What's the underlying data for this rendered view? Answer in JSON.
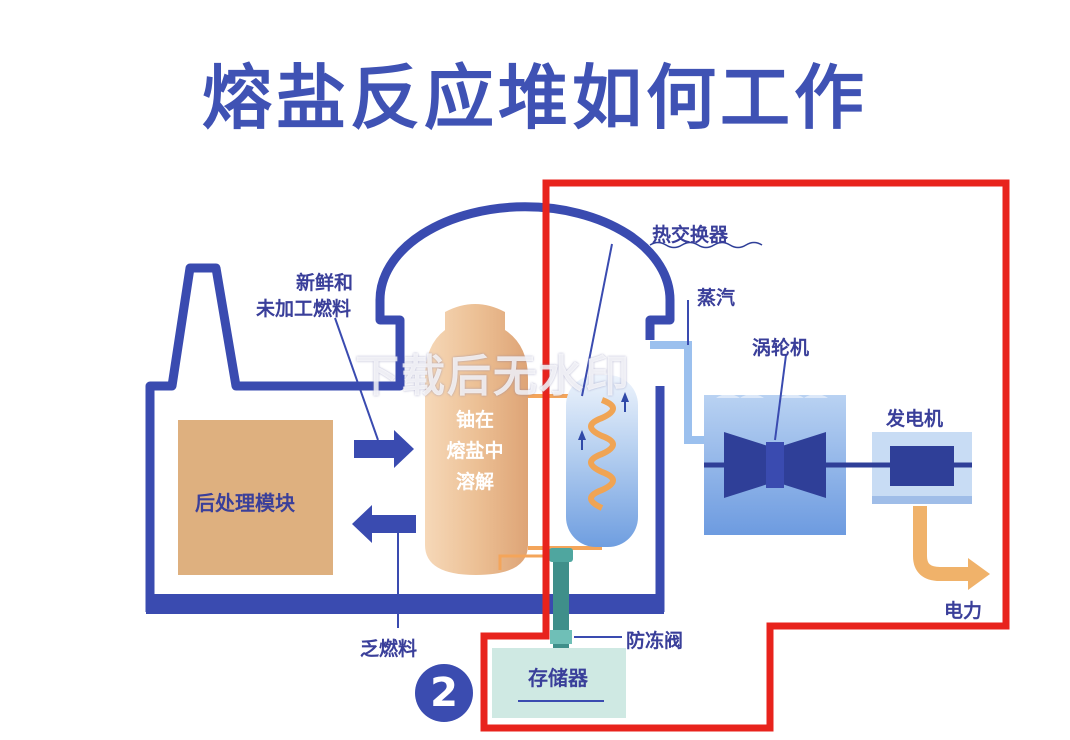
{
  "title": "熔盐反应堆如何工作",
  "watermark": "下载后无水印",
  "badge": "2",
  "labels": {
    "fresh_fuel_line1": "新鲜和",
    "fresh_fuel_line2": "未加工燃料",
    "core_line1": "铀在",
    "core_line2": "熔盐中",
    "core_line3": "溶解",
    "reprocessing": "后处理模块",
    "spent_fuel": "乏燃料",
    "heat_exchanger": "热交换器",
    "steam": "蒸汽",
    "turbine": "涡轮机",
    "generator": "发电机",
    "electricity": "电力",
    "freeze_valve": "防冻阀",
    "storage": "存储器"
  },
  "colors": {
    "title": "#3f52b4",
    "building_outline": "#3a4bb0",
    "core": "#e9b98a",
    "reprocessing_box": "#deb07f",
    "heat_exchanger": "#7fa8e0",
    "turbine_box": "#6f9de0",
    "storage": "#cfe9e3",
    "highlight_outline": "#e8231c",
    "valve_pipe": "#3f8f8a",
    "electricity_arrow": "#f0b26a"
  }
}
